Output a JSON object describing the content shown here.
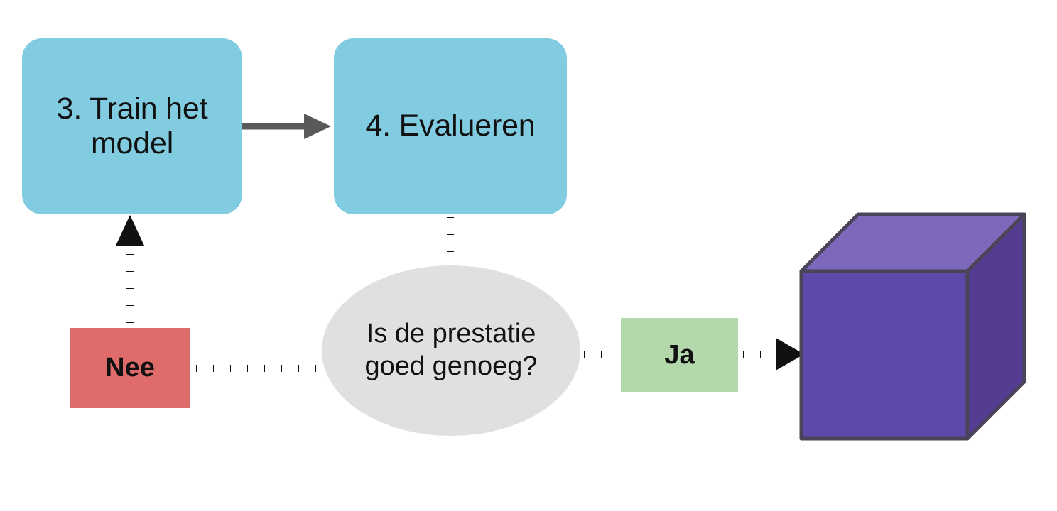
{
  "diagram": {
    "title": "Machine learning workflow decision flow",
    "language": "nl",
    "nodes": {
      "train": {
        "label": "3. Train het model",
        "shape": "rounded-rectangle",
        "color": "#81CCE0"
      },
      "evaluate": {
        "label": "4. Evalueren",
        "shape": "rounded-rectangle",
        "color": "#81CCE0"
      },
      "decision": {
        "label": "Is de prestatie goed genoeg?",
        "shape": "ellipse",
        "color": "#E0E0E0"
      },
      "no": {
        "label": "Nee",
        "shape": "rectangle",
        "color": "#E06B6B"
      },
      "yes": {
        "label": "Ja",
        "shape": "rectangle",
        "color": "#B2D8AC"
      },
      "model": {
        "label": "",
        "shape": "cube",
        "color_front": "#5E48A8",
        "color_top": "#7E68BC",
        "color_side": "#553C92",
        "color_edge": "#4A4458"
      }
    },
    "edges": [
      {
        "from": "train",
        "to": "evaluate",
        "style": "solid",
        "color": "#595959",
        "arrow": true
      },
      {
        "from": "evaluate",
        "to": "decision",
        "style": "dotted",
        "color": "#111111",
        "arrow": false
      },
      {
        "from": "decision",
        "to": "no",
        "style": "dotted",
        "color": "#111111",
        "arrow": false
      },
      {
        "from": "no",
        "to": "train",
        "style": "dotted",
        "color": "#111111",
        "arrow": true
      },
      {
        "from": "decision",
        "to": "yes",
        "style": "dotted",
        "color": "#111111",
        "arrow": false
      },
      {
        "from": "yes",
        "to": "model",
        "style": "dotted",
        "color": "#111111",
        "arrow": true
      }
    ]
  }
}
